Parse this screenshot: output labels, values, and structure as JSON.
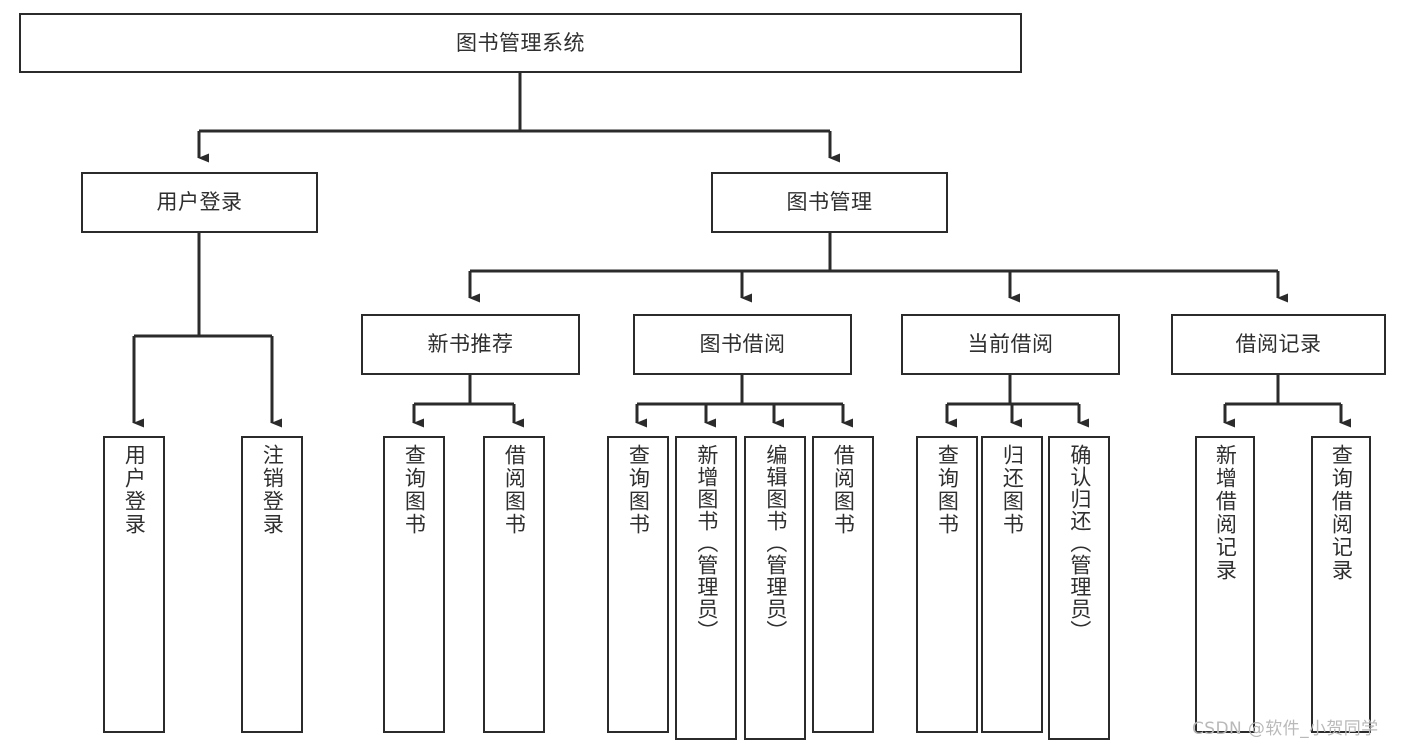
{
  "diagram": {
    "title": "图书管理系统",
    "type": "tree-hierarchy-diagram",
    "colors": {
      "stroke": "#2b2b2b",
      "fill": "#ffffff",
      "text": "#2f2f2f",
      "watermark": "#b9b9b9"
    },
    "root": {
      "label": "图书管理系统"
    },
    "level2": [
      {
        "label": "用户登录"
      },
      {
        "label": "图书管理"
      }
    ],
    "level3": [
      {
        "label": "新书推荐"
      },
      {
        "label": "图书借阅"
      },
      {
        "label": "当前借阅"
      },
      {
        "label": "借阅记录"
      }
    ],
    "leaves": {
      "user_login": [
        {
          "label": "用户登录"
        },
        {
          "label": "注销登录"
        }
      ],
      "new_book_recommend": [
        {
          "label": "查询图书"
        },
        {
          "label": "借阅图书"
        }
      ],
      "book_borrow": [
        {
          "label": "查询图书"
        },
        {
          "label": "新增图书（管理员）"
        },
        {
          "label": "编辑图书（管理员）"
        },
        {
          "label": "借阅图书"
        }
      ],
      "current_borrow": [
        {
          "label": "查询图书"
        },
        {
          "label": "归还图书"
        },
        {
          "label": "确认归还（管理员）"
        }
      ],
      "borrow_record": [
        {
          "label": "新增借阅记录"
        },
        {
          "label": "查询借阅记录"
        }
      ]
    }
  },
  "watermark": {
    "text": "CSDN @软件_小贺同学"
  }
}
